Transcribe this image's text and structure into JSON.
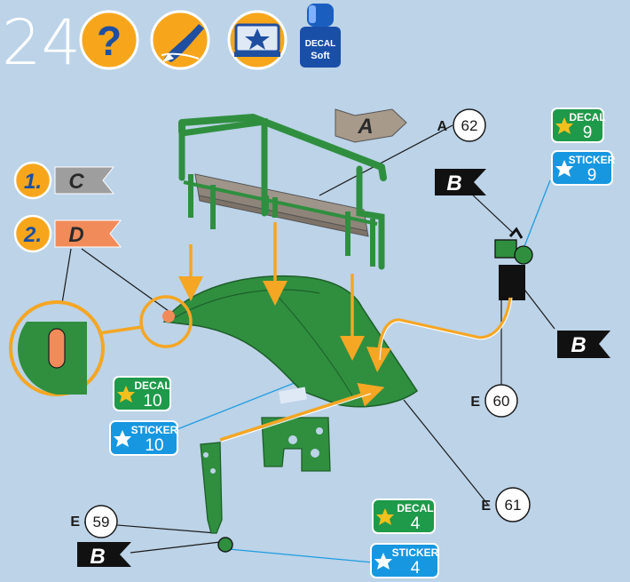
{
  "step_number": "24",
  "header_icons": [
    "help-icon",
    "paint-brush-icon",
    "display-case-icon",
    "decal-soft-bottle-icon"
  ],
  "decal_bottle": {
    "line1": "DECAL",
    "line2": "Soft"
  },
  "steps": [
    {
      "num": "1.",
      "flag": "C"
    },
    {
      "num": "2.",
      "flag": "D"
    }
  ],
  "flags": {
    "A": "A",
    "B": "B"
  },
  "callouts": [
    {
      "letter": "A",
      "number": "62"
    },
    {
      "letter": "E",
      "number": "60"
    },
    {
      "letter": "E",
      "number": "61"
    },
    {
      "letter": "E",
      "number": "59"
    }
  ],
  "badges": {
    "decal_word": "DECAL",
    "sticker_word": "STICKER",
    "set_9": "9",
    "set_10": "10",
    "set_4": "4"
  },
  "colors": {
    "background": "#bcd3e8",
    "part_green": "#2f8f3f",
    "arrow_orange": "#f5a623",
    "decal_green": "#1e9a4a",
    "sticker_blue": "#1797e0",
    "flag_gray": "#9e9e9e",
    "flag_orange": "#f28b5a",
    "flag_tan": "#a89a8a"
  }
}
